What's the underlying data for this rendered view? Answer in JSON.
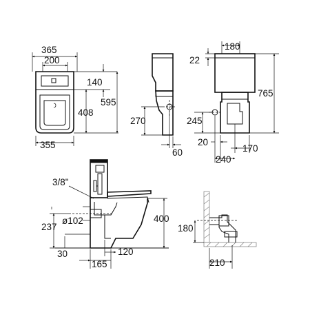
{
  "colors": {
    "ink": "#111111",
    "background": "#ffffff",
    "hatch": "#777777"
  },
  "top_view": {
    "overall_width": "365",
    "cistern_width": "200",
    "cistern_depth": "140",
    "bowl_depth": "408",
    "overall_depth": "595",
    "base_width": "355"
  },
  "side_view": {
    "outlet_height": "270",
    "outlet_offset": "60"
  },
  "rear_view": {
    "top_width": "180",
    "top_offset": "22",
    "overall_height": "765",
    "inlet_height": "245",
    "edge_offset": "20",
    "outlet_width": "170",
    "base_width": "240"
  },
  "section_view": {
    "inlet_thread": "3/8\"",
    "bowl_height": "400",
    "outlet_diameter": "ø102",
    "outlet_height": "237",
    "floor_offset": "30",
    "rear_distance": "165",
    "outlet_length": "120"
  },
  "connection_view": {
    "outlet_height": "180",
    "wall_distance": "210"
  }
}
